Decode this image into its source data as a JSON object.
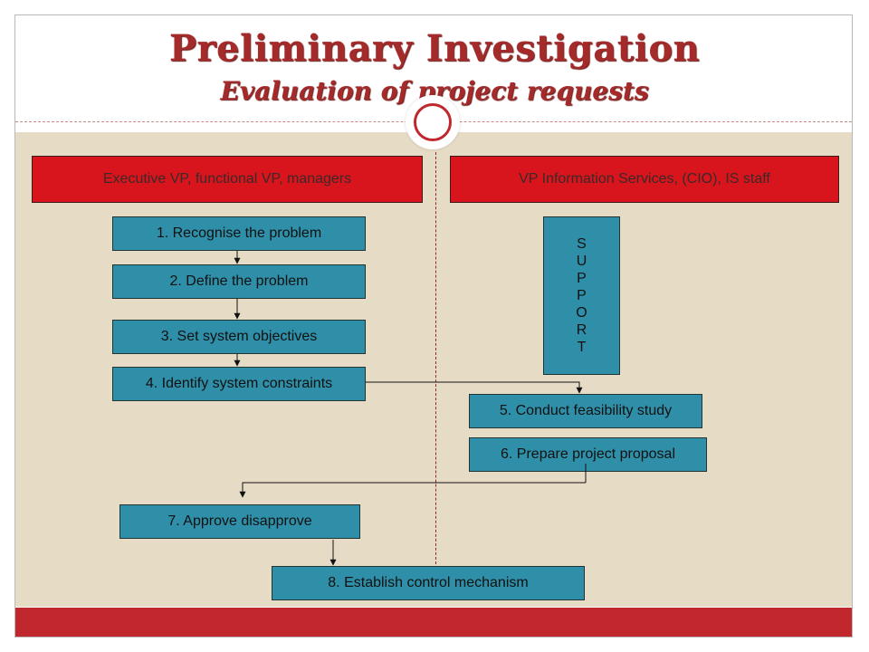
{
  "slide": {
    "title": "Preliminary Investigation",
    "subtitle": "Evaluation of project requests"
  },
  "columns": {
    "left_header": "Executive VP, functional VP, managers",
    "right_header": "VP Information Services, (CIO), IS staff"
  },
  "steps": [
    "1. Recognise the problem",
    "2. Define the problem",
    "3. Set system objectives",
    "4. Identify system constraints",
    "5. Conduct feasibility study",
    "6. Prepare project proposal",
    "7. Approve disapprove",
    "8. Establish control mechanism"
  ],
  "support_letters": [
    "S",
    "U",
    "P",
    "P",
    "O",
    "R",
    "T"
  ],
  "colors": {
    "title": "#a52a2a",
    "header_box": "#d8141c",
    "step_box": "#2f8fa8",
    "content_bg": "#e6dcc6",
    "footer_bar": "#c0282d"
  }
}
